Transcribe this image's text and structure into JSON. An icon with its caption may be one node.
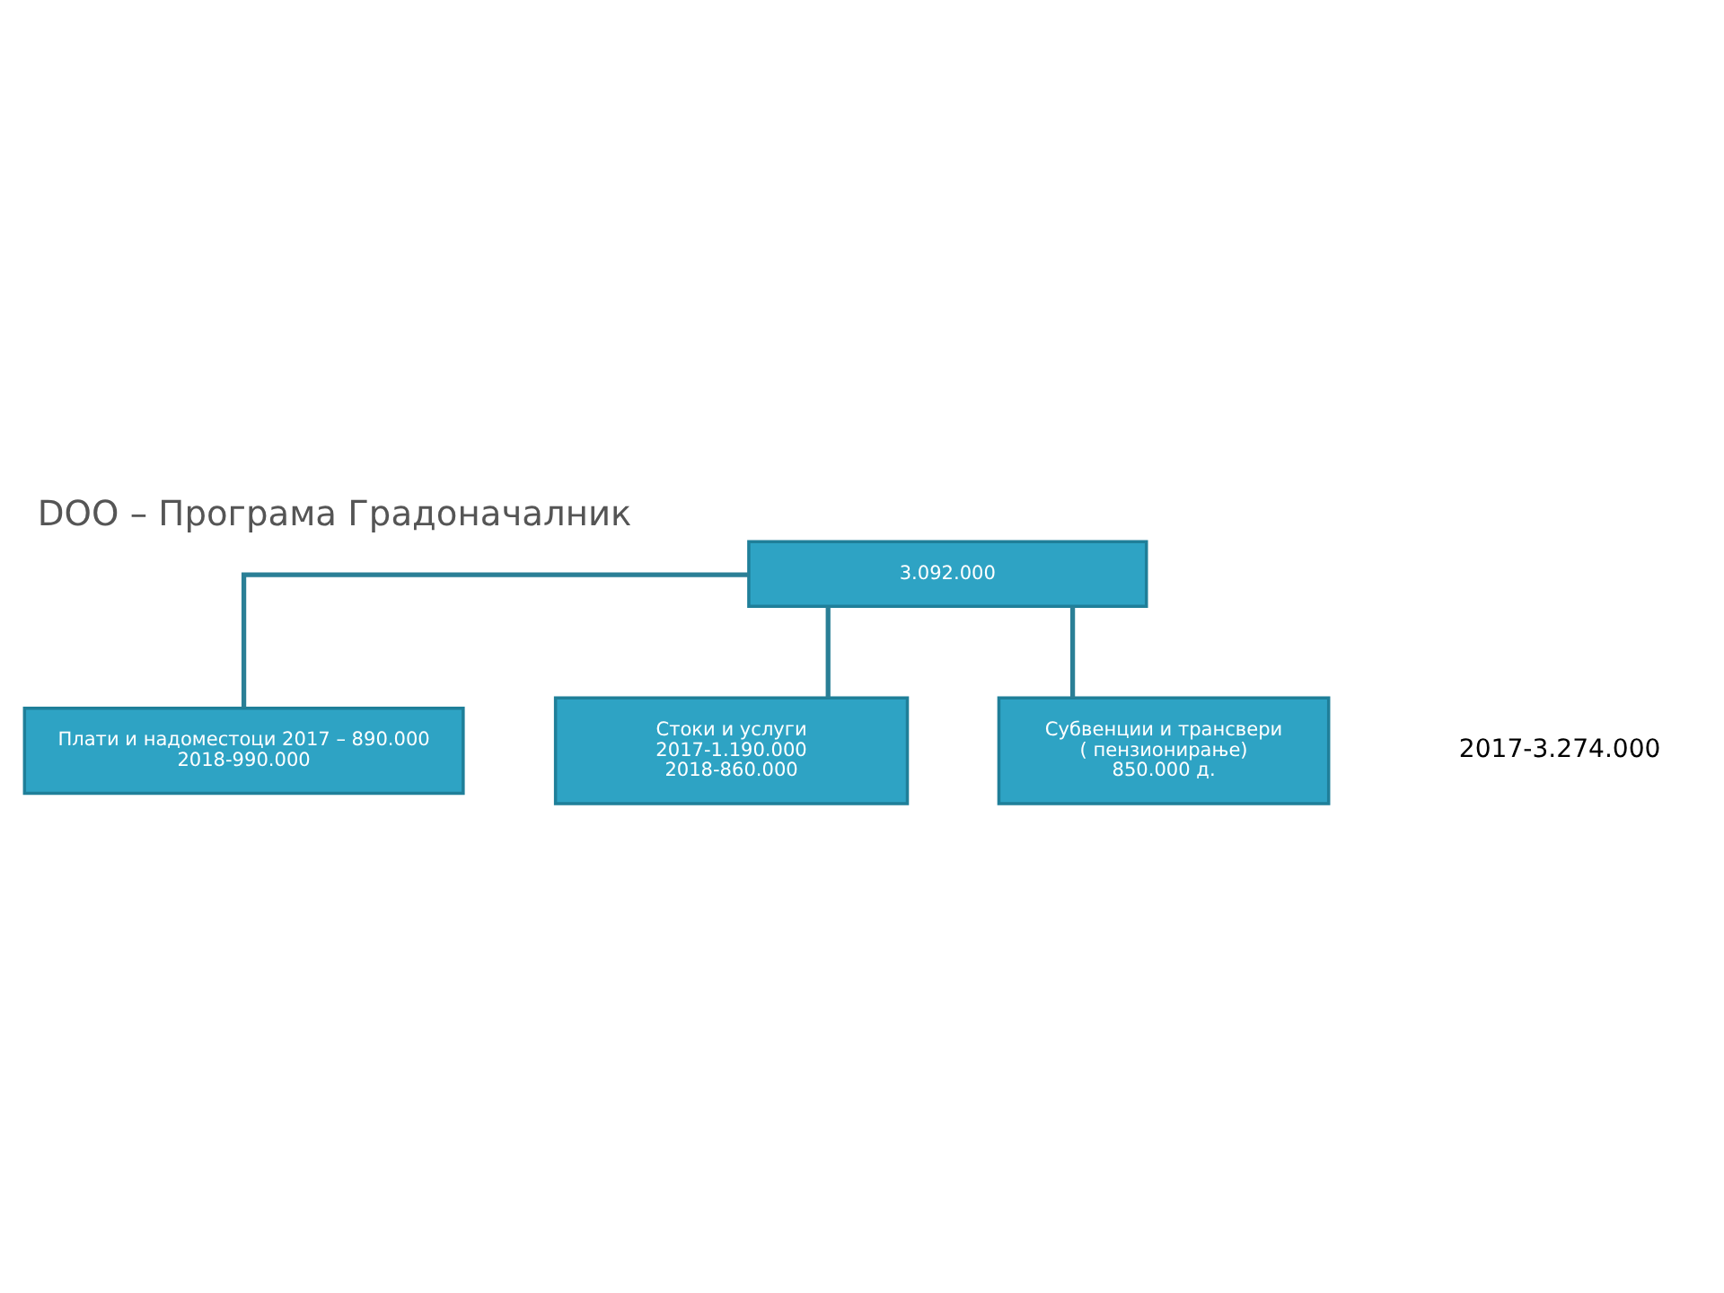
{
  "diagram": {
    "title": "DOO – Програма Градоначалник",
    "nodes": [
      {
        "text": [
          "3.092.000"
        ]
      },
      {
        "text": [
          "Плати и надоместоци 2017 – 890.000",
          "2018-990.000"
        ]
      },
      {
        "text": [
          "Стоки и услуги",
          "2017-1.190.000",
          "2018-860.000"
        ]
      },
      {
        "text": [
          "Субвенции и трансвери",
          "( пензионирање)",
          "850.000 д."
        ]
      }
    ],
    "edges": [
      {
        "from": 0,
        "to": 1,
        "arrow": "none"
      },
      {
        "from": 0,
        "to": 2,
        "arrow": "none"
      },
      {
        "from": 0,
        "to": 3,
        "arrow": "none"
      }
    ],
    "labels": [
      "2017-3.274.000"
    ]
  }
}
